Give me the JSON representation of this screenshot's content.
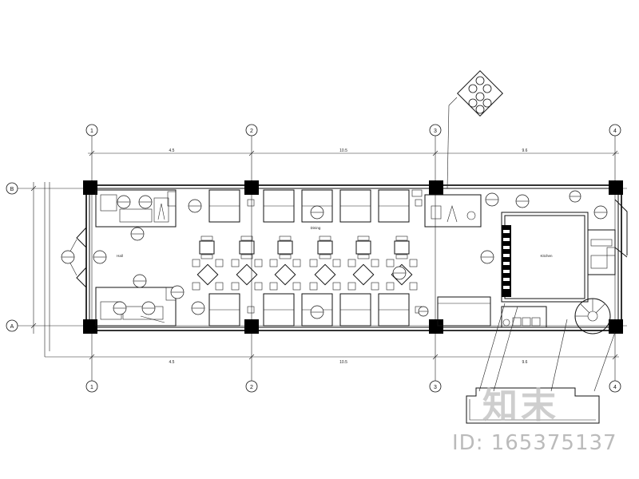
{
  "grid": {
    "top_labels": [
      "1",
      "2",
      "3",
      "4"
    ],
    "bottom_labels": [
      "1",
      "2",
      "3",
      "4"
    ],
    "row_labels": [
      "B",
      "A"
    ]
  },
  "dimensions": {
    "top": [
      "4.5",
      "10.5",
      "9.6"
    ],
    "bottom": [
      "4.5",
      "10.5",
      "9.6"
    ]
  },
  "rooms": {
    "dining": "Dining",
    "kitchen": "Kitchen",
    "hall": "Hall"
  },
  "watermark": {
    "brand": "知末",
    "id_text": "ID: 165375137"
  },
  "colors": {
    "line": "#111111",
    "column": "#000000",
    "watermark": "#bebebe"
  }
}
